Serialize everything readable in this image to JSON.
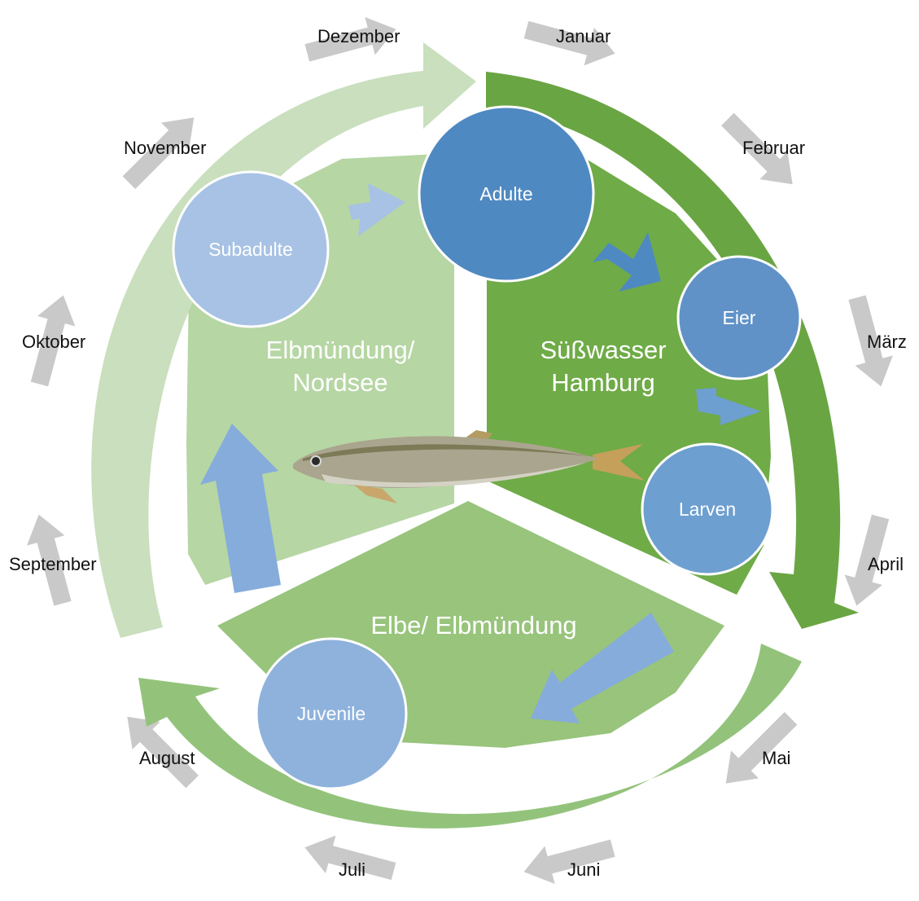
{
  "months": {
    "januar": "Januar",
    "februar": "Februar",
    "maerz": "März",
    "april": "April",
    "mai": "Mai",
    "juni": "Juni",
    "juli": "Juli",
    "august": "August",
    "september": "September",
    "oktober": "Oktober",
    "november": "November",
    "dezember": "Dezember"
  },
  "zones": {
    "elbmuendung_nordsee_line1": "Elbmündung/",
    "elbmuendung_nordsee_line2": "Nordsee",
    "suesswasser_line1": "Süßwasser",
    "suesswasser_line2": "Hamburg",
    "elbe_elbmuendung": "Elbe/ Elbmündung"
  },
  "stages": {
    "adulte": "Adulte",
    "eier": "Eier",
    "larven": "Larven",
    "juvenile": "Juvenile",
    "subadulte": "Subadulte"
  },
  "colors": {
    "zone_nordsee": "#b6d6a4",
    "zone_suesswasser": "#6fab47",
    "zone_elbe": "#98c47c",
    "ring_nordsee": "#c9dfbd",
    "ring_suesswasser": "#6aa543",
    "ring_elbe": "#93c37b",
    "month_arrow": "#c9c9c9",
    "stage_dark": "#4f89c2",
    "stage_mid": "#6d9fd0",
    "stage_light": "#a7c2e4",
    "flow_arrow": "#86acdc"
  }
}
